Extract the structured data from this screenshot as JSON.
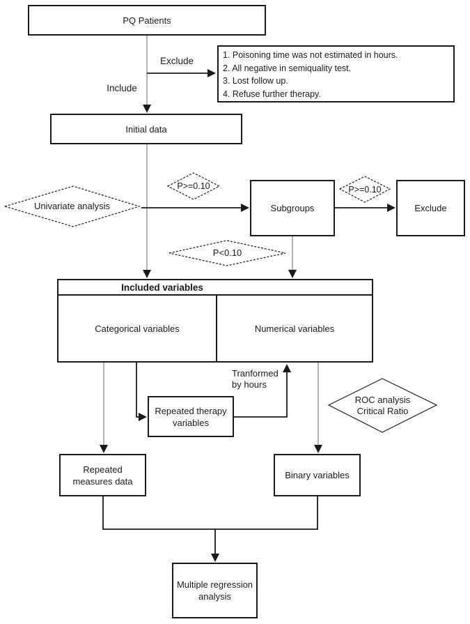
{
  "diagram_title": "PQ patients analysis flowchart",
  "colors": {
    "line_gray": "#909090",
    "line_black": "#1a1a1a",
    "border": "#1a1a1a",
    "background": "#ffffff",
    "text": "#1a1a1a"
  },
  "nodes": {
    "pq_patients": {
      "label": "PQ Patients"
    },
    "exclusion_criteria": {
      "items": [
        "1. Poisoning time was not estimated in hours.",
        "2. All negative in semiquality test.",
        "3. Lost follow up.",
        "4. Refuse further therapy."
      ]
    },
    "initial_data": {
      "label": "Initial data"
    },
    "subgroups": {
      "label": "Subgroups"
    },
    "exclude_box": {
      "label": "Exclude"
    },
    "included_variables": {
      "title": "Included variables",
      "left_cell": "Categorical variables",
      "right_cell": "Numerical variables"
    },
    "repeated_therapy": {
      "lines": [
        "Repeated therapy",
        "variables"
      ]
    },
    "repeated_measures": {
      "lines": [
        "Repeated",
        "measures data"
      ]
    },
    "binary_variables": {
      "label": "Binary variables"
    },
    "multiple_regression": {
      "lines": [
        "Multiple regression",
        "analysis"
      ]
    }
  },
  "decisions": {
    "univariate": {
      "label": "Univariate analysis"
    },
    "p_ge_010_left": {
      "label": "P>=0.10"
    },
    "p_ge_010_right": {
      "label": "P>=0.10"
    },
    "p_lt_010": {
      "label": "P<0.10"
    },
    "roc": {
      "lines": [
        "ROC analysis",
        "Critical Ratio"
      ]
    }
  },
  "edge_labels": {
    "exclude": "Exclude",
    "include": "Include",
    "transformed": {
      "lines": [
        "Tranformed",
        "by hours"
      ]
    }
  }
}
